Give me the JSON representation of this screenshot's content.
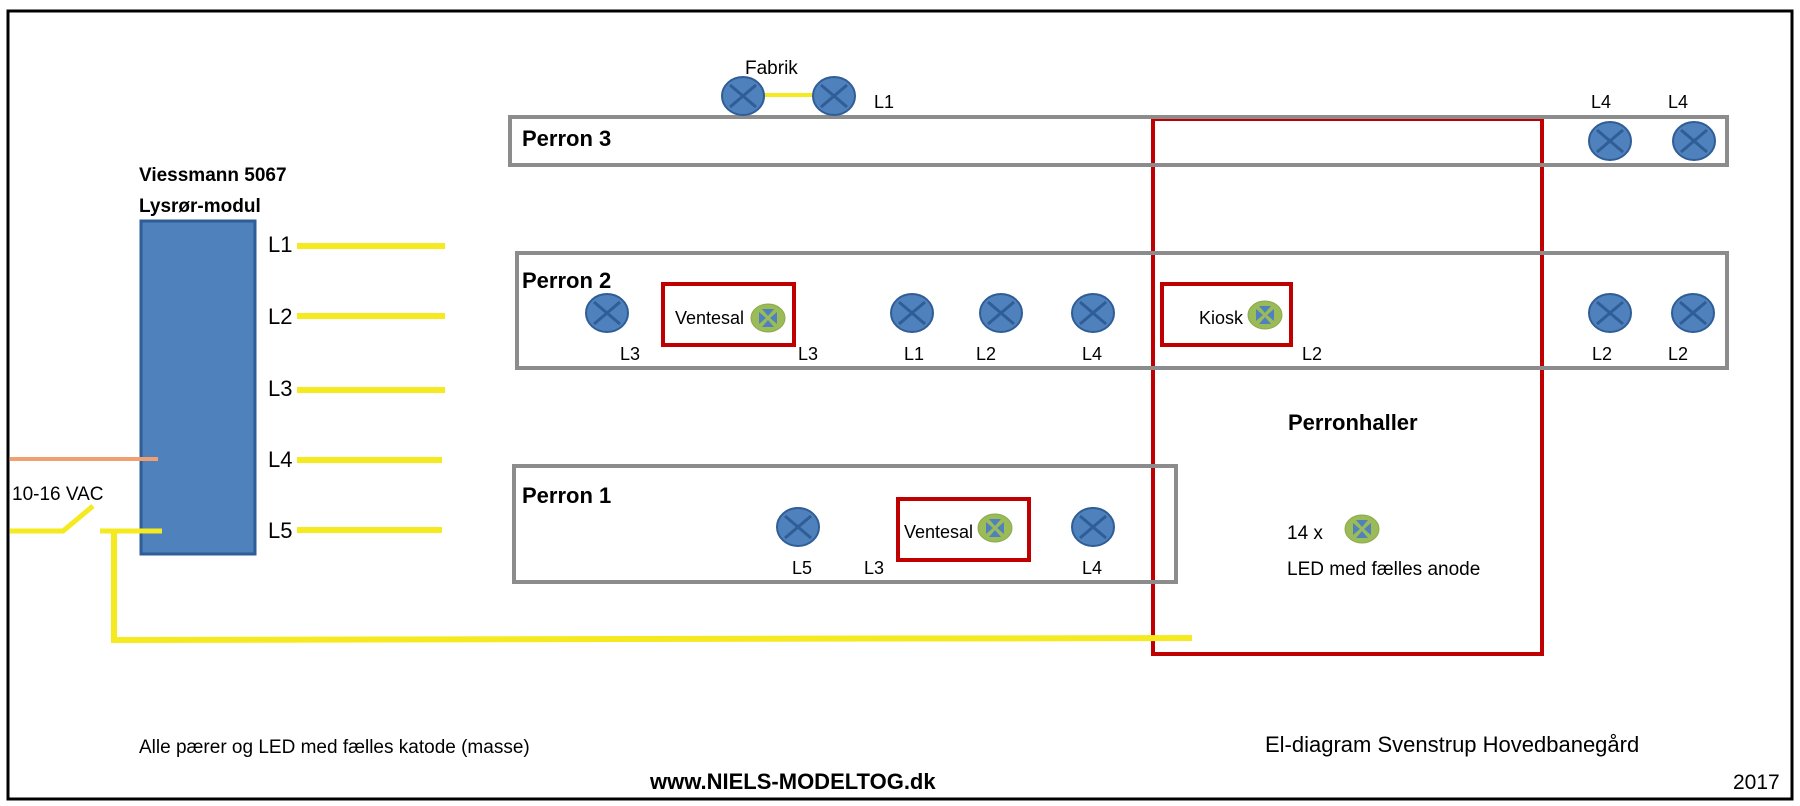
{
  "module": {
    "name": "Viessmann 5067",
    "subtitle": "Lysrør-modul",
    "outputs": [
      "L1",
      "L2",
      "L3",
      "L4",
      "L5"
    ]
  },
  "power": {
    "label": "10-16 VAC"
  },
  "platforms": {
    "perron3": {
      "title": "Perron 3",
      "fabrik_label": "Fabrik",
      "fabrik_lamp_label": "L1",
      "lamp_labels": [
        "L4",
        "L4"
      ]
    },
    "perron2": {
      "title": "Perron 2",
      "ventesal_label": "Ventesal",
      "kiosk_label": "Kiosk",
      "lamp_labels": [
        "L3",
        "L3",
        "L1",
        "L2",
        "L4",
        "L2",
        "L2",
        "L2"
      ]
    },
    "perron1": {
      "title": "Perron 1",
      "ventesal_label": "Ventesal",
      "lamp_labels": [
        "L5",
        "L3",
        "L4"
      ]
    }
  },
  "perronhaller": {
    "title": "Perronhaller",
    "count": "14 x",
    "led_note": "LED med fælles anode"
  },
  "footer": {
    "note": "Alle pærer og LED med fælles katode (masse)",
    "website": "www.NIELS-MODELTOG.dk",
    "title": "El-diagram Svenstrup Hovedbanegård",
    "year": "2017"
  },
  "colors": {
    "wire": "#f5ea1f",
    "power_wire": "#f0a070",
    "platform_border": "#8c8c8c",
    "hall_border": "#c00000",
    "module_fill": "#4f81bd",
    "lamp_fill": "#4f81bd",
    "led_fill": "#9bbb59"
  }
}
